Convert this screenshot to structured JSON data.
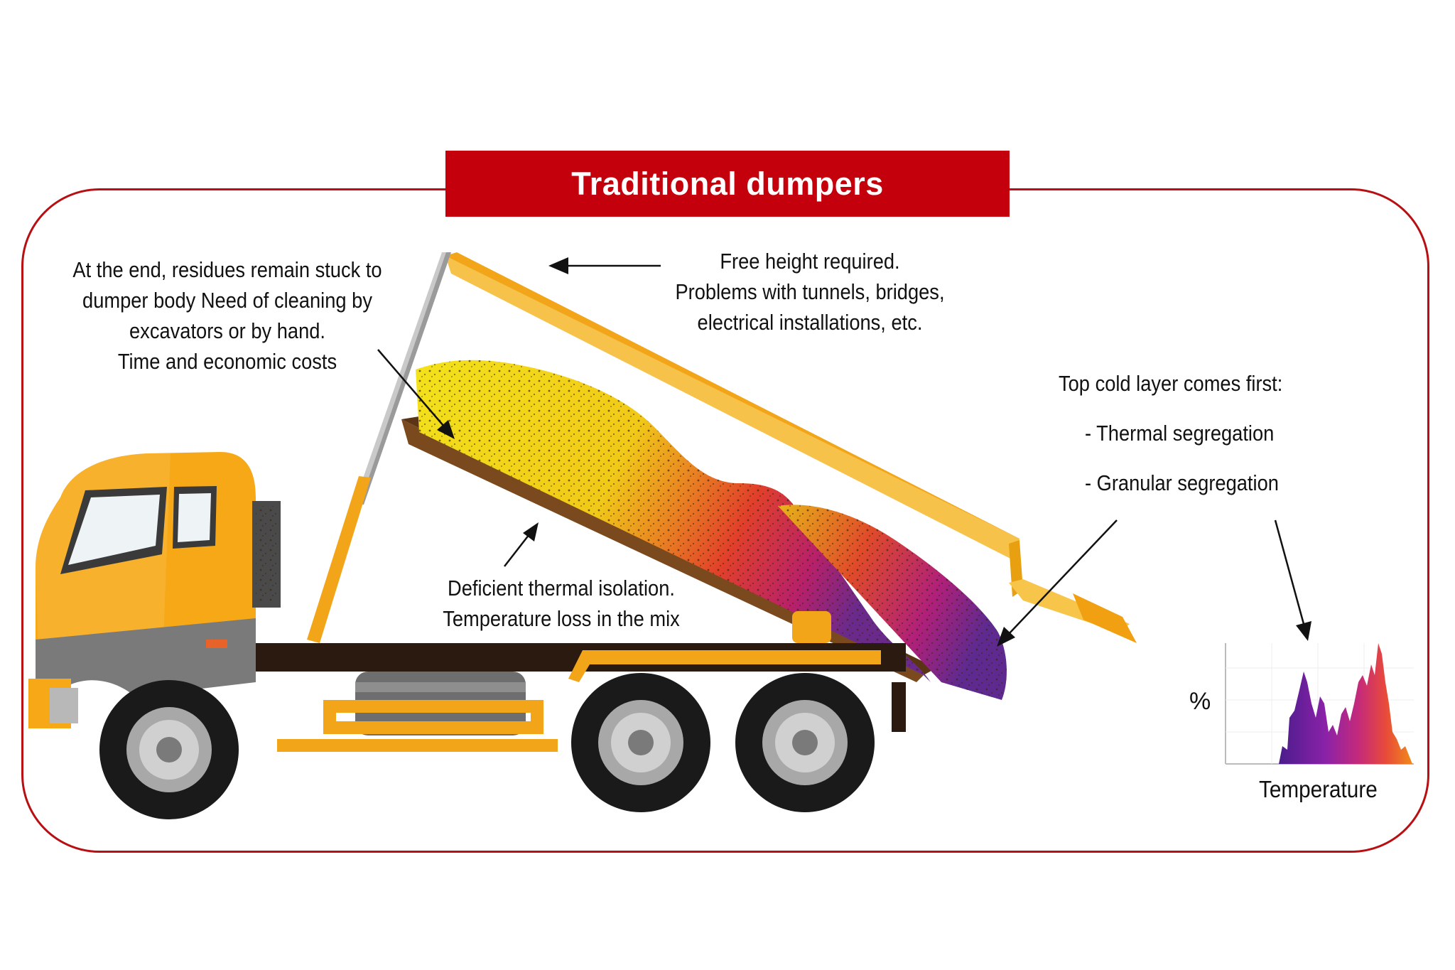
{
  "title": "Traditional dumpers",
  "notes": {
    "residues": [
      "At the end, residues remain stuck to",
      "dumper body Need of cleaning by",
      "excavators or by hand.",
      "Time and economic costs"
    ],
    "free_height": [
      "Free height required.",
      "Problems with tunnels, bridges,",
      "electrical installations, etc."
    ],
    "isolation": [
      "Deficient thermal isolation.",
      "Temperature loss in the mix"
    ],
    "cold_layer": {
      "heading": "Top cold layer comes first:",
      "items": [
        "- Thermal segregation",
        "- Granular segregation"
      ]
    }
  },
  "histogram": {
    "ylabel": "%",
    "xlabel": "Temperature"
  },
  "colors": {
    "frame": "#b80f12",
    "title_bg": "#c3000b",
    "truck_yellow": "#f6a817",
    "chassis": "#2b1a10"
  }
}
